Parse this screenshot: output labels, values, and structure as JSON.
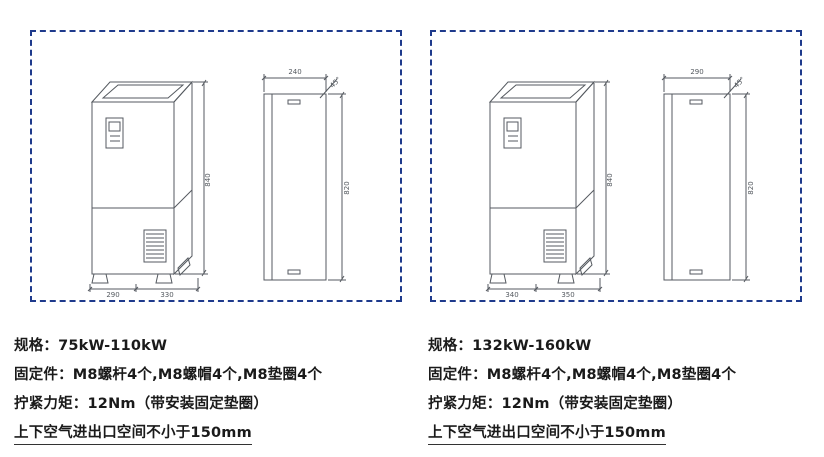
{
  "theme": {
    "border_color": "#1e3a8c",
    "line_color": "#555a60",
    "text_color": "#1a1a1a"
  },
  "panels": [
    {
      "drawing": {
        "front_height": "840",
        "bottom_depth": "290",
        "bottom_width": "330",
        "side_top_width": "240",
        "side_angle": "45°",
        "side_height": "820"
      },
      "specs": [
        "规格：75kW-110kW",
        "固定件：M8螺杆4个,M8螺帽4个,M8垫圈4个",
        "拧紧力矩：12Nm（带安装固定垫圈）",
        "上下空气进出口空间不小于150mm"
      ]
    },
    {
      "drawing": {
        "front_height": "840",
        "bottom_depth": "340",
        "bottom_width": "350",
        "side_top_width": "290",
        "side_angle": "45°",
        "side_height": "820"
      },
      "specs": [
        "规格：132kW-160kW",
        "固定件：M8螺杆4个,M8螺帽4个,M8垫圈4个",
        "拧紧力矩：12Nm（带安装固定垫圈）",
        "上下空气进出口空间不小于150mm"
      ]
    }
  ]
}
